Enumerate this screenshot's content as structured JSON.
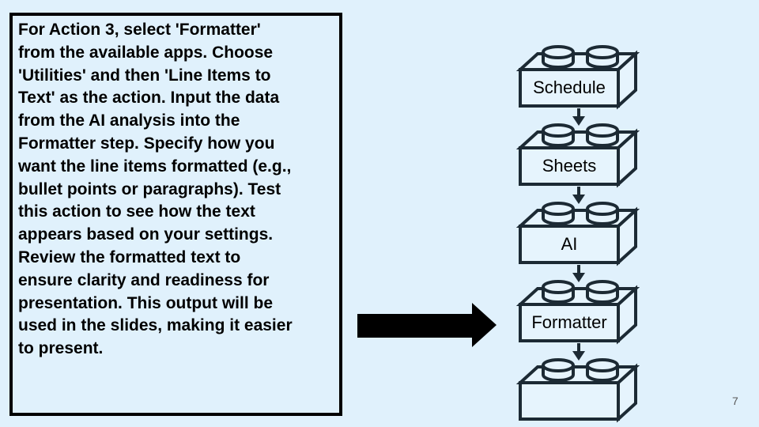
{
  "colors": {
    "background": "#e0f1fc",
    "brick_fill": "#e6f4fd",
    "outline": "#1c2a34",
    "arrow": "#000000",
    "text": "#000000",
    "box_border": "#000000",
    "page_number": "#595959"
  },
  "instruction_box": {
    "lines": [
      "For Action 3, select 'Formatter'",
      "from the available apps. Choose",
      "'Utilities' and then 'Line Items to",
      "Text' as the action. Input the data",
      "from the AI analysis into the",
      "Formatter step. Specify how you",
      "want the line items formatted (e.g.,",
      "bullet points or paragraphs). Test",
      "this action to see how the text",
      "appears based on your settings.",
      "Review the formatted text to",
      "ensure clarity and readiness for",
      "presentation. This output will be",
      "used in the slides, making it easier",
      "to present."
    ]
  },
  "diagram": {
    "bricks": [
      {
        "label": "Schedule"
      },
      {
        "label": "Sheets"
      },
      {
        "label": "AI"
      },
      {
        "label": "Formatter"
      },
      {
        "label": ""
      }
    ]
  },
  "footer": {
    "page_number": "7"
  }
}
